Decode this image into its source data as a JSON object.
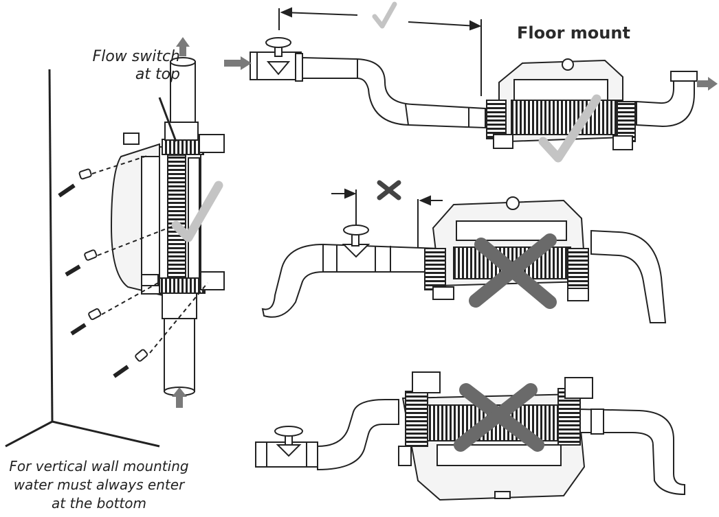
{
  "labels": {
    "flow_switch_line1": "Flow switch",
    "flow_switch_line2": "at top",
    "floor_mount": "Floor mount",
    "wall_caption_line1": "For vertical wall mounting",
    "wall_caption_line2": "water must always enter",
    "wall_caption_line3": "at the bottom"
  },
  "colors": {
    "line": "#222222",
    "pipe_fill": "#ffffff",
    "arrow_gray": "#7a7a7a",
    "check_gray": "#c4c4c4",
    "cross_gray": "#6a6a6a",
    "body_fill": "#f4f4f4"
  },
  "installations": [
    {
      "name": "vertical-wall-mount",
      "status": "correct",
      "marker": "check-icon"
    },
    {
      "name": "floor-mount-with-straight-pipe-run",
      "status": "correct",
      "marker": "check-icon"
    },
    {
      "name": "floor-mount-with-short-pipe-run",
      "status": "incorrect",
      "marker": "cross-icon"
    },
    {
      "name": "upside-down-mount",
      "status": "incorrect",
      "marker": "cross-icon"
    }
  ]
}
